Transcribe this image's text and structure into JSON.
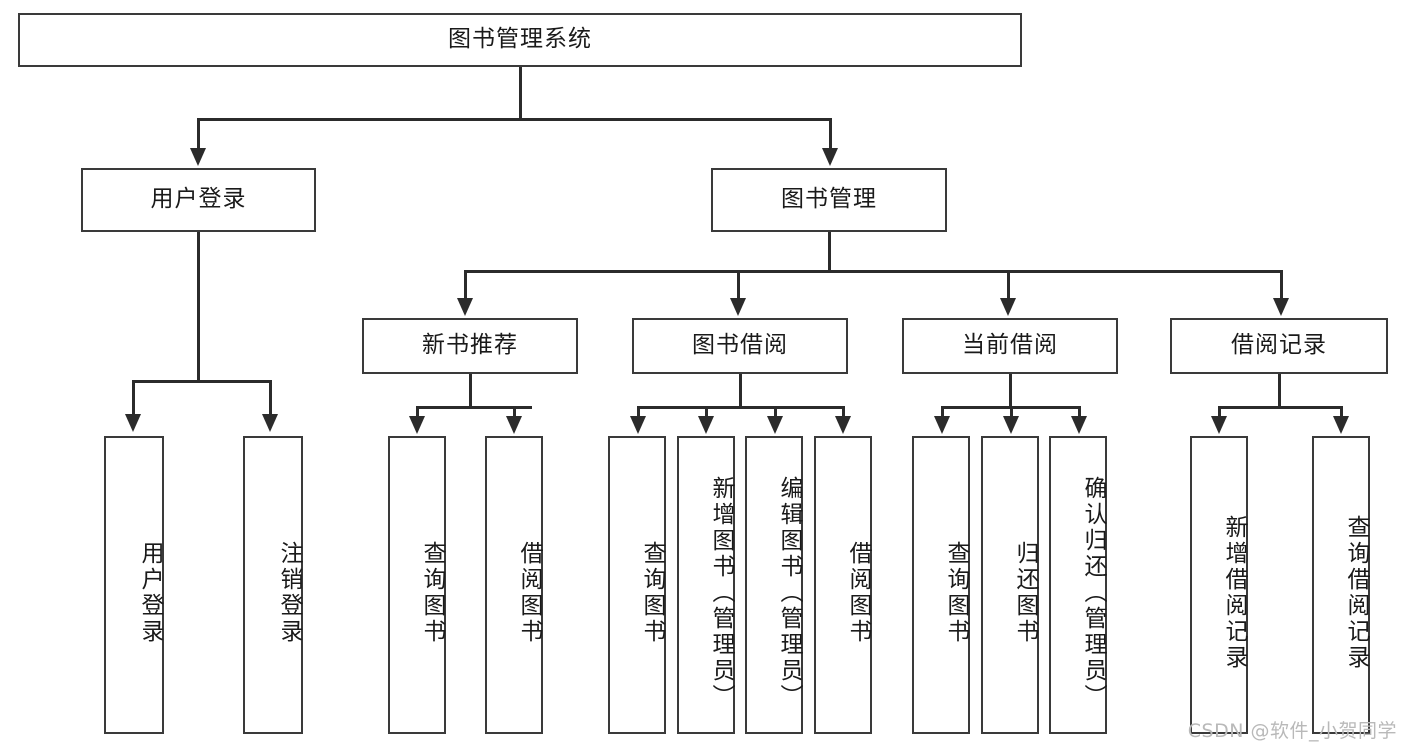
{
  "diagram": {
    "title": "图书管理系统",
    "type": "tree",
    "root": {
      "label": "图书管理系统",
      "orientation": "horizontal"
    },
    "level2": [
      {
        "label": "用户登录",
        "orientation": "horizontal"
      },
      {
        "label": "图书管理",
        "orientation": "horizontal"
      }
    ],
    "level3": [
      {
        "label": "新书推荐",
        "orientation": "horizontal"
      },
      {
        "label": "图书借阅",
        "orientation": "horizontal"
      },
      {
        "label": "当前借阅",
        "orientation": "horizontal"
      },
      {
        "label": "借阅记录",
        "orientation": "horizontal"
      }
    ],
    "leaves": {
      "user_login": [
        {
          "label": "用户登录",
          "orientation": "vertical"
        },
        {
          "label": "注销登录",
          "orientation": "vertical"
        }
      ],
      "new_book_recommend": [
        {
          "label": "查询图书",
          "orientation": "vertical"
        },
        {
          "label": "借阅图书",
          "orientation": "vertical"
        }
      ],
      "book_borrow": [
        {
          "label": "查询图书",
          "orientation": "vertical"
        },
        {
          "label": "新增图书（管理员）",
          "orientation": "vertical"
        },
        {
          "label": "编辑图书（管理员）",
          "orientation": "vertical"
        },
        {
          "label": "借阅图书",
          "orientation": "vertical"
        }
      ],
      "current_borrow": [
        {
          "label": "查询图书",
          "orientation": "vertical"
        },
        {
          "label": "归还图书",
          "orientation": "vertical"
        },
        {
          "label": "确认归还（管理员）",
          "orientation": "vertical"
        }
      ],
      "borrow_record": [
        {
          "label": "新增借阅记录",
          "orientation": "vertical"
        },
        {
          "label": "查询借阅记录",
          "orientation": "vertical"
        }
      ]
    },
    "colors": {
      "box_border": "#3a3a3a",
      "connector": "#2b2b2b",
      "background": "#ffffff",
      "text": "#1a1a1a",
      "watermark": "#b9b9b9"
    }
  },
  "watermark": {
    "text": "CSDN @软件_小贺同学"
  }
}
